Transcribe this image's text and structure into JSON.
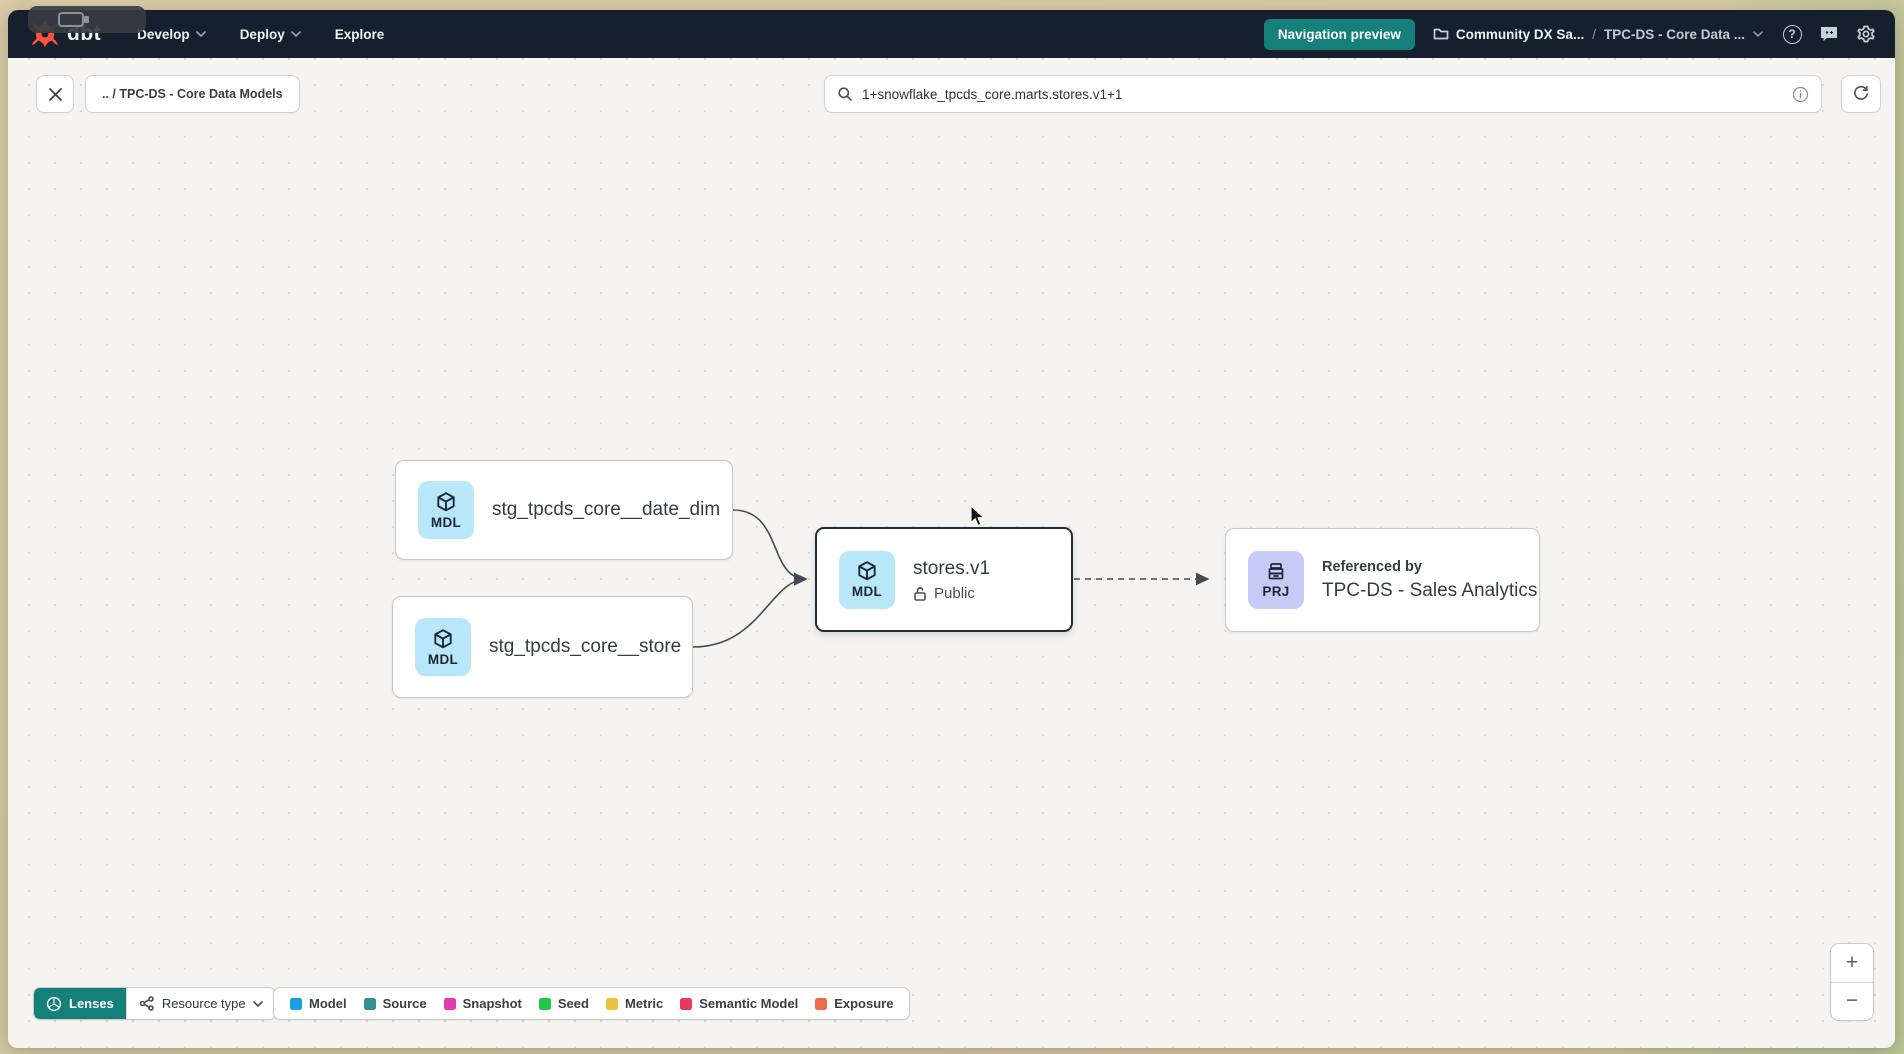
{
  "navbar": {
    "brand": "dbt",
    "items": [
      {
        "label": "Develop"
      },
      {
        "label": "Deploy"
      },
      {
        "label": "Explore"
      }
    ],
    "preview_button_label": "Navigation preview",
    "breadcrumb": {
      "project": "Community DX Sa...",
      "separator": "/",
      "current": "TPC-DS - Core Data ..."
    },
    "help_glyph": "?"
  },
  "toolbar": {
    "path_chip": ".. / TPC-DS - Core Data Models",
    "search_value": "1+snowflake_tpcds_core.marts.stores.v1+1"
  },
  "graph": {
    "nodes": [
      {
        "badge": "MDL",
        "label": "stg_tpcds_core__date_dim"
      },
      {
        "badge": "MDL",
        "label": "stg_tpcds_core__store"
      },
      {
        "badge": "MDL",
        "label": "stores.v1",
        "access": "Public"
      },
      {
        "badge": "PRJ",
        "kicker": "Referenced by",
        "label": "TPC-DS - Sales Analytics"
      }
    ]
  },
  "footer": {
    "lenses_label": "Lenses",
    "resource_type_label": "Resource type",
    "legend": [
      {
        "label": "Model",
        "color": "#1b9ce2"
      },
      {
        "label": "Source",
        "color": "#35918f"
      },
      {
        "label": "Snapshot",
        "color": "#e13ab4"
      },
      {
        "label": "Seed",
        "color": "#1ec748"
      },
      {
        "label": "Metric",
        "color": "#eac23c"
      },
      {
        "label": "Semantic Model",
        "color": "#e93a5c"
      },
      {
        "label": "Exposure",
        "color": "#ef6a48"
      }
    ]
  },
  "zoom_controls": {
    "zoom_in": "+",
    "zoom_out": "−"
  },
  "colors": {
    "nav_bg": "#151f2d",
    "accent_teal": "#15807a",
    "brand_orange": "#ff5436",
    "model_badge_bg": "#b9e7fa",
    "project_badge_bg": "#c5cbf4",
    "selected_border": "#232d3a"
  }
}
